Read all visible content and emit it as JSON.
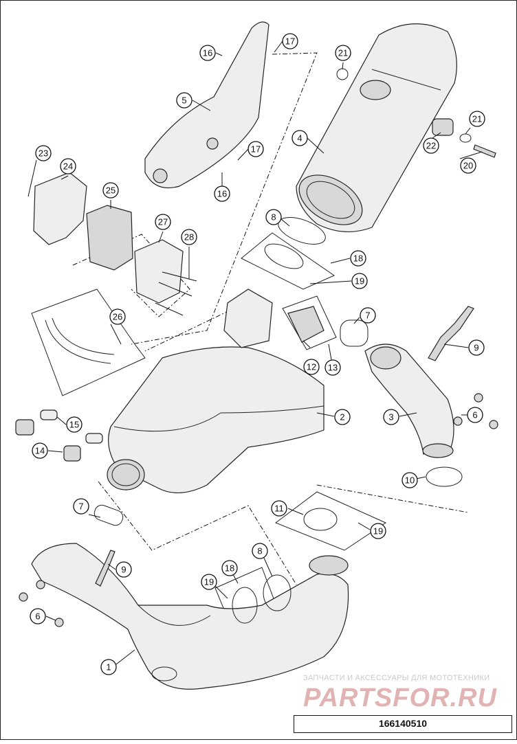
{
  "diagram_id": "166140510",
  "watermark": {
    "tagline": "ЗАПЧАСТИ И АКСЕССУАРЫ ДЛЯ МОТОТЕХНИКИ",
    "logo": "PARTSFOR.RU"
  },
  "callouts": {
    "c1": "1",
    "c2": "2",
    "c3": "3",
    "c4": "4",
    "c5": "5",
    "c6a": "6",
    "c6b": "6",
    "c7a": "7",
    "c7b": "7",
    "c8a": "8",
    "c8b": "8",
    "c9a": "9",
    "c9b": "9",
    "c10": "10",
    "c11": "11",
    "c12": "12",
    "c13": "13",
    "c14": "14",
    "c15": "15",
    "c16a": "16",
    "c16b": "16",
    "c17a": "17",
    "c17b": "17",
    "c18a": "18",
    "c18b": "18",
    "c19a": "19",
    "c19b": "19",
    "c19c": "19",
    "c20": "20",
    "c21a": "21",
    "c21b": "21",
    "c22": "22",
    "c23": "23",
    "c24": "24",
    "c25": "25",
    "c26": "26",
    "c27": "27",
    "c28": "28"
  }
}
